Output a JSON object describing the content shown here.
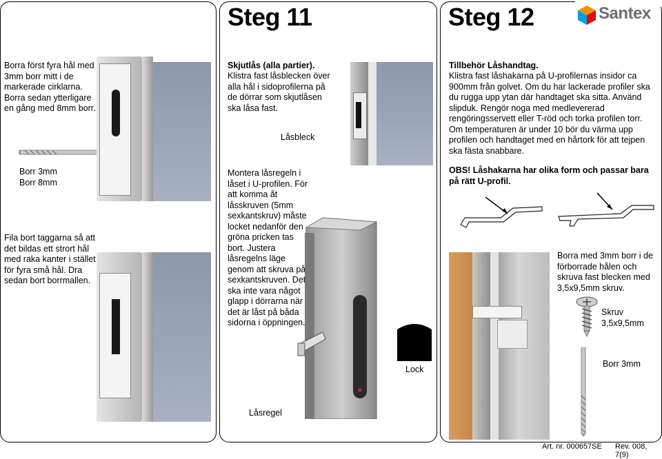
{
  "steps": {
    "step11_title": "Steg 11",
    "step12_title": "Steg 12"
  },
  "brand": {
    "name": "Santex"
  },
  "left": {
    "text1": "Borra först fyra hål med 3mm borr mitt i de markerade cirklarna. Borra sedan ytterligare en gång med 8mm borr.",
    "drill_3": "Borr 3mm",
    "drill_8": "Borr 8mm",
    "text2": "Fila bort taggarna så att det bildas ett strort hål med raka kanter i stället för fyra små hål. Dra sedan bort borrmallen."
  },
  "middle": {
    "heading": "Skjutlås (alla partier).",
    "text1": "Klistra fast låsblecken över alla hål i sidoprofilerna på de dörrar som skjutlåsen ska låsa fast.",
    "label_lasbleck": "Låsbleck",
    "text2": "Montera låsregeln i låset i U-profilen. För att komma åt låsskruven (5mm sexkantskruv) måste locket nedanför den gröna pricken tas bort. Justera låsregelns läge genom att skruva på sexkantskruven. Det ska inte vara något glapp i dörrarna när det är låst på båda sidorna i öppningen.",
    "label_lock": "Lock",
    "label_lasregel": "Låsregel"
  },
  "right": {
    "heading": "Tillbehör Låshandtag.",
    "text1": "Klistra fast låshakarna på U-profilernas insidor ca 900mm från golvet. Om du har lackerade profiler ska du rugga upp ytan där handtaget ska sitta. Använd slipduk. Rengör noga med medlevererad rengöringsservett eller T-röd och torka profilen torr. Om temperaturen är under 10 bör du värma upp profilen och handtaget med en hårtork för att tejpen ska fästa snabbare.",
    "obs": "OBS! Låshakarna har olika form och passar bara på rätt U-profil.",
    "text2": "Borra med 3mm borr i de förborrade hålen och skruva fast blecken med 3,5x9,5mm skruv.",
    "label_skruv": "Skruv",
    "label_skruv_size": "3,5x9,5mm",
    "label_borr": "Borr 3mm"
  },
  "footer": {
    "art_nr": "Art. nr. 000657SE",
    "rev": "Rev. 008, 7(9)"
  }
}
